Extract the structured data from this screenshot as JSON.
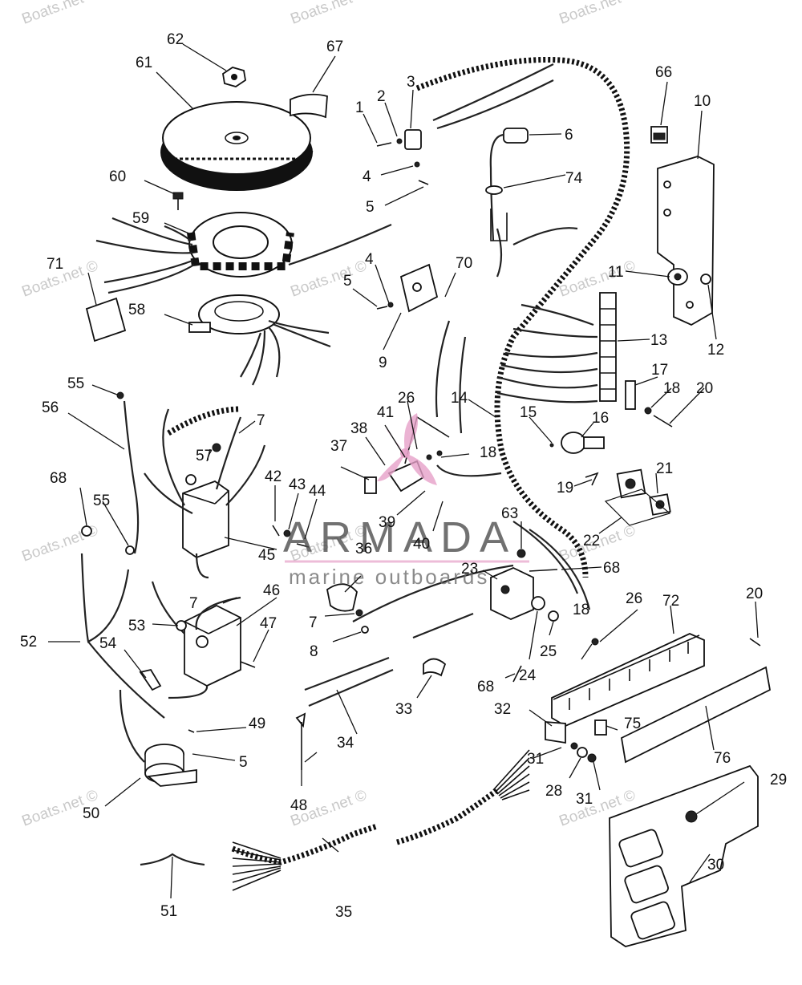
{
  "watermark": {
    "site_text": "Boats.net ©",
    "brand_name": "ARMADA",
    "brand_tagline": "marine outboards"
  },
  "callouts": [
    {
      "id": "c1",
      "text": "1"
    },
    {
      "id": "c2",
      "text": "2"
    },
    {
      "id": "c3",
      "text": "3"
    },
    {
      "id": "c4a",
      "text": "4"
    },
    {
      "id": "c4b",
      "text": "4"
    },
    {
      "id": "c5a",
      "text": "5"
    },
    {
      "id": "c5b",
      "text": "5"
    },
    {
      "id": "c5c",
      "text": "5"
    },
    {
      "id": "c6",
      "text": "6"
    },
    {
      "id": "c7a",
      "text": "7"
    },
    {
      "id": "c7b",
      "text": "7"
    },
    {
      "id": "c7c",
      "text": "7"
    },
    {
      "id": "c8",
      "text": "8"
    },
    {
      "id": "c9",
      "text": "9"
    },
    {
      "id": "c10",
      "text": "10"
    },
    {
      "id": "c11",
      "text": "11"
    },
    {
      "id": "c12",
      "text": "12"
    },
    {
      "id": "c13",
      "text": "13"
    },
    {
      "id": "c14",
      "text": "14"
    },
    {
      "id": "c15",
      "text": "15"
    },
    {
      "id": "c16",
      "text": "16"
    },
    {
      "id": "c17",
      "text": "17"
    },
    {
      "id": "c18a",
      "text": "18"
    },
    {
      "id": "c18b",
      "text": "18"
    },
    {
      "id": "c18c",
      "text": "18"
    },
    {
      "id": "c19",
      "text": "19"
    },
    {
      "id": "c20a",
      "text": "20"
    },
    {
      "id": "c20b",
      "text": "20"
    },
    {
      "id": "c21",
      "text": "21"
    },
    {
      "id": "c22",
      "text": "22"
    },
    {
      "id": "c23",
      "text": "23"
    },
    {
      "id": "c24",
      "text": "24"
    },
    {
      "id": "c25",
      "text": "25"
    },
    {
      "id": "c26a",
      "text": "26"
    },
    {
      "id": "c26b",
      "text": "26"
    },
    {
      "id": "c28",
      "text": "28"
    },
    {
      "id": "c29",
      "text": "29"
    },
    {
      "id": "c30",
      "text": "30"
    },
    {
      "id": "c31a",
      "text": "31"
    },
    {
      "id": "c31b",
      "text": "31"
    },
    {
      "id": "c32",
      "text": "32"
    },
    {
      "id": "c33",
      "text": "33"
    },
    {
      "id": "c34",
      "text": "34"
    },
    {
      "id": "c35",
      "text": "35"
    },
    {
      "id": "c36",
      "text": "36"
    },
    {
      "id": "c37",
      "text": "37"
    },
    {
      "id": "c38",
      "text": "38"
    },
    {
      "id": "c39",
      "text": "39"
    },
    {
      "id": "c40",
      "text": "40"
    },
    {
      "id": "c41",
      "text": "41"
    },
    {
      "id": "c42",
      "text": "42"
    },
    {
      "id": "c43",
      "text": "43"
    },
    {
      "id": "c44",
      "text": "44"
    },
    {
      "id": "c45",
      "text": "45"
    },
    {
      "id": "c46",
      "text": "46"
    },
    {
      "id": "c47",
      "text": "47"
    },
    {
      "id": "c48",
      "text": "48"
    },
    {
      "id": "c49",
      "text": "49"
    },
    {
      "id": "c50",
      "text": "50"
    },
    {
      "id": "c51",
      "text": "51"
    },
    {
      "id": "c52",
      "text": "52"
    },
    {
      "id": "c53",
      "text": "53"
    },
    {
      "id": "c54",
      "text": "54"
    },
    {
      "id": "c55a",
      "text": "55"
    },
    {
      "id": "c55b",
      "text": "55"
    },
    {
      "id": "c56",
      "text": "56"
    },
    {
      "id": "c57",
      "text": "57"
    },
    {
      "id": "c58",
      "text": "58"
    },
    {
      "id": "c59",
      "text": "59"
    },
    {
      "id": "c60",
      "text": "60"
    },
    {
      "id": "c61",
      "text": "61"
    },
    {
      "id": "c62",
      "text": "62"
    },
    {
      "id": "c63",
      "text": "63"
    },
    {
      "id": "c66",
      "text": "66"
    },
    {
      "id": "c67",
      "text": "67"
    },
    {
      "id": "c68a",
      "text": "68"
    },
    {
      "id": "c68b",
      "text": "68"
    },
    {
      "id": "c68c",
      "text": "68"
    },
    {
      "id": "c70",
      "text": "70"
    },
    {
      "id": "c71",
      "text": "71"
    },
    {
      "id": "c72",
      "text": "72"
    },
    {
      "id": "c74",
      "text": "74"
    },
    {
      "id": "c75",
      "text": "75"
    },
    {
      "id": "c76",
      "text": "76"
    }
  ]
}
